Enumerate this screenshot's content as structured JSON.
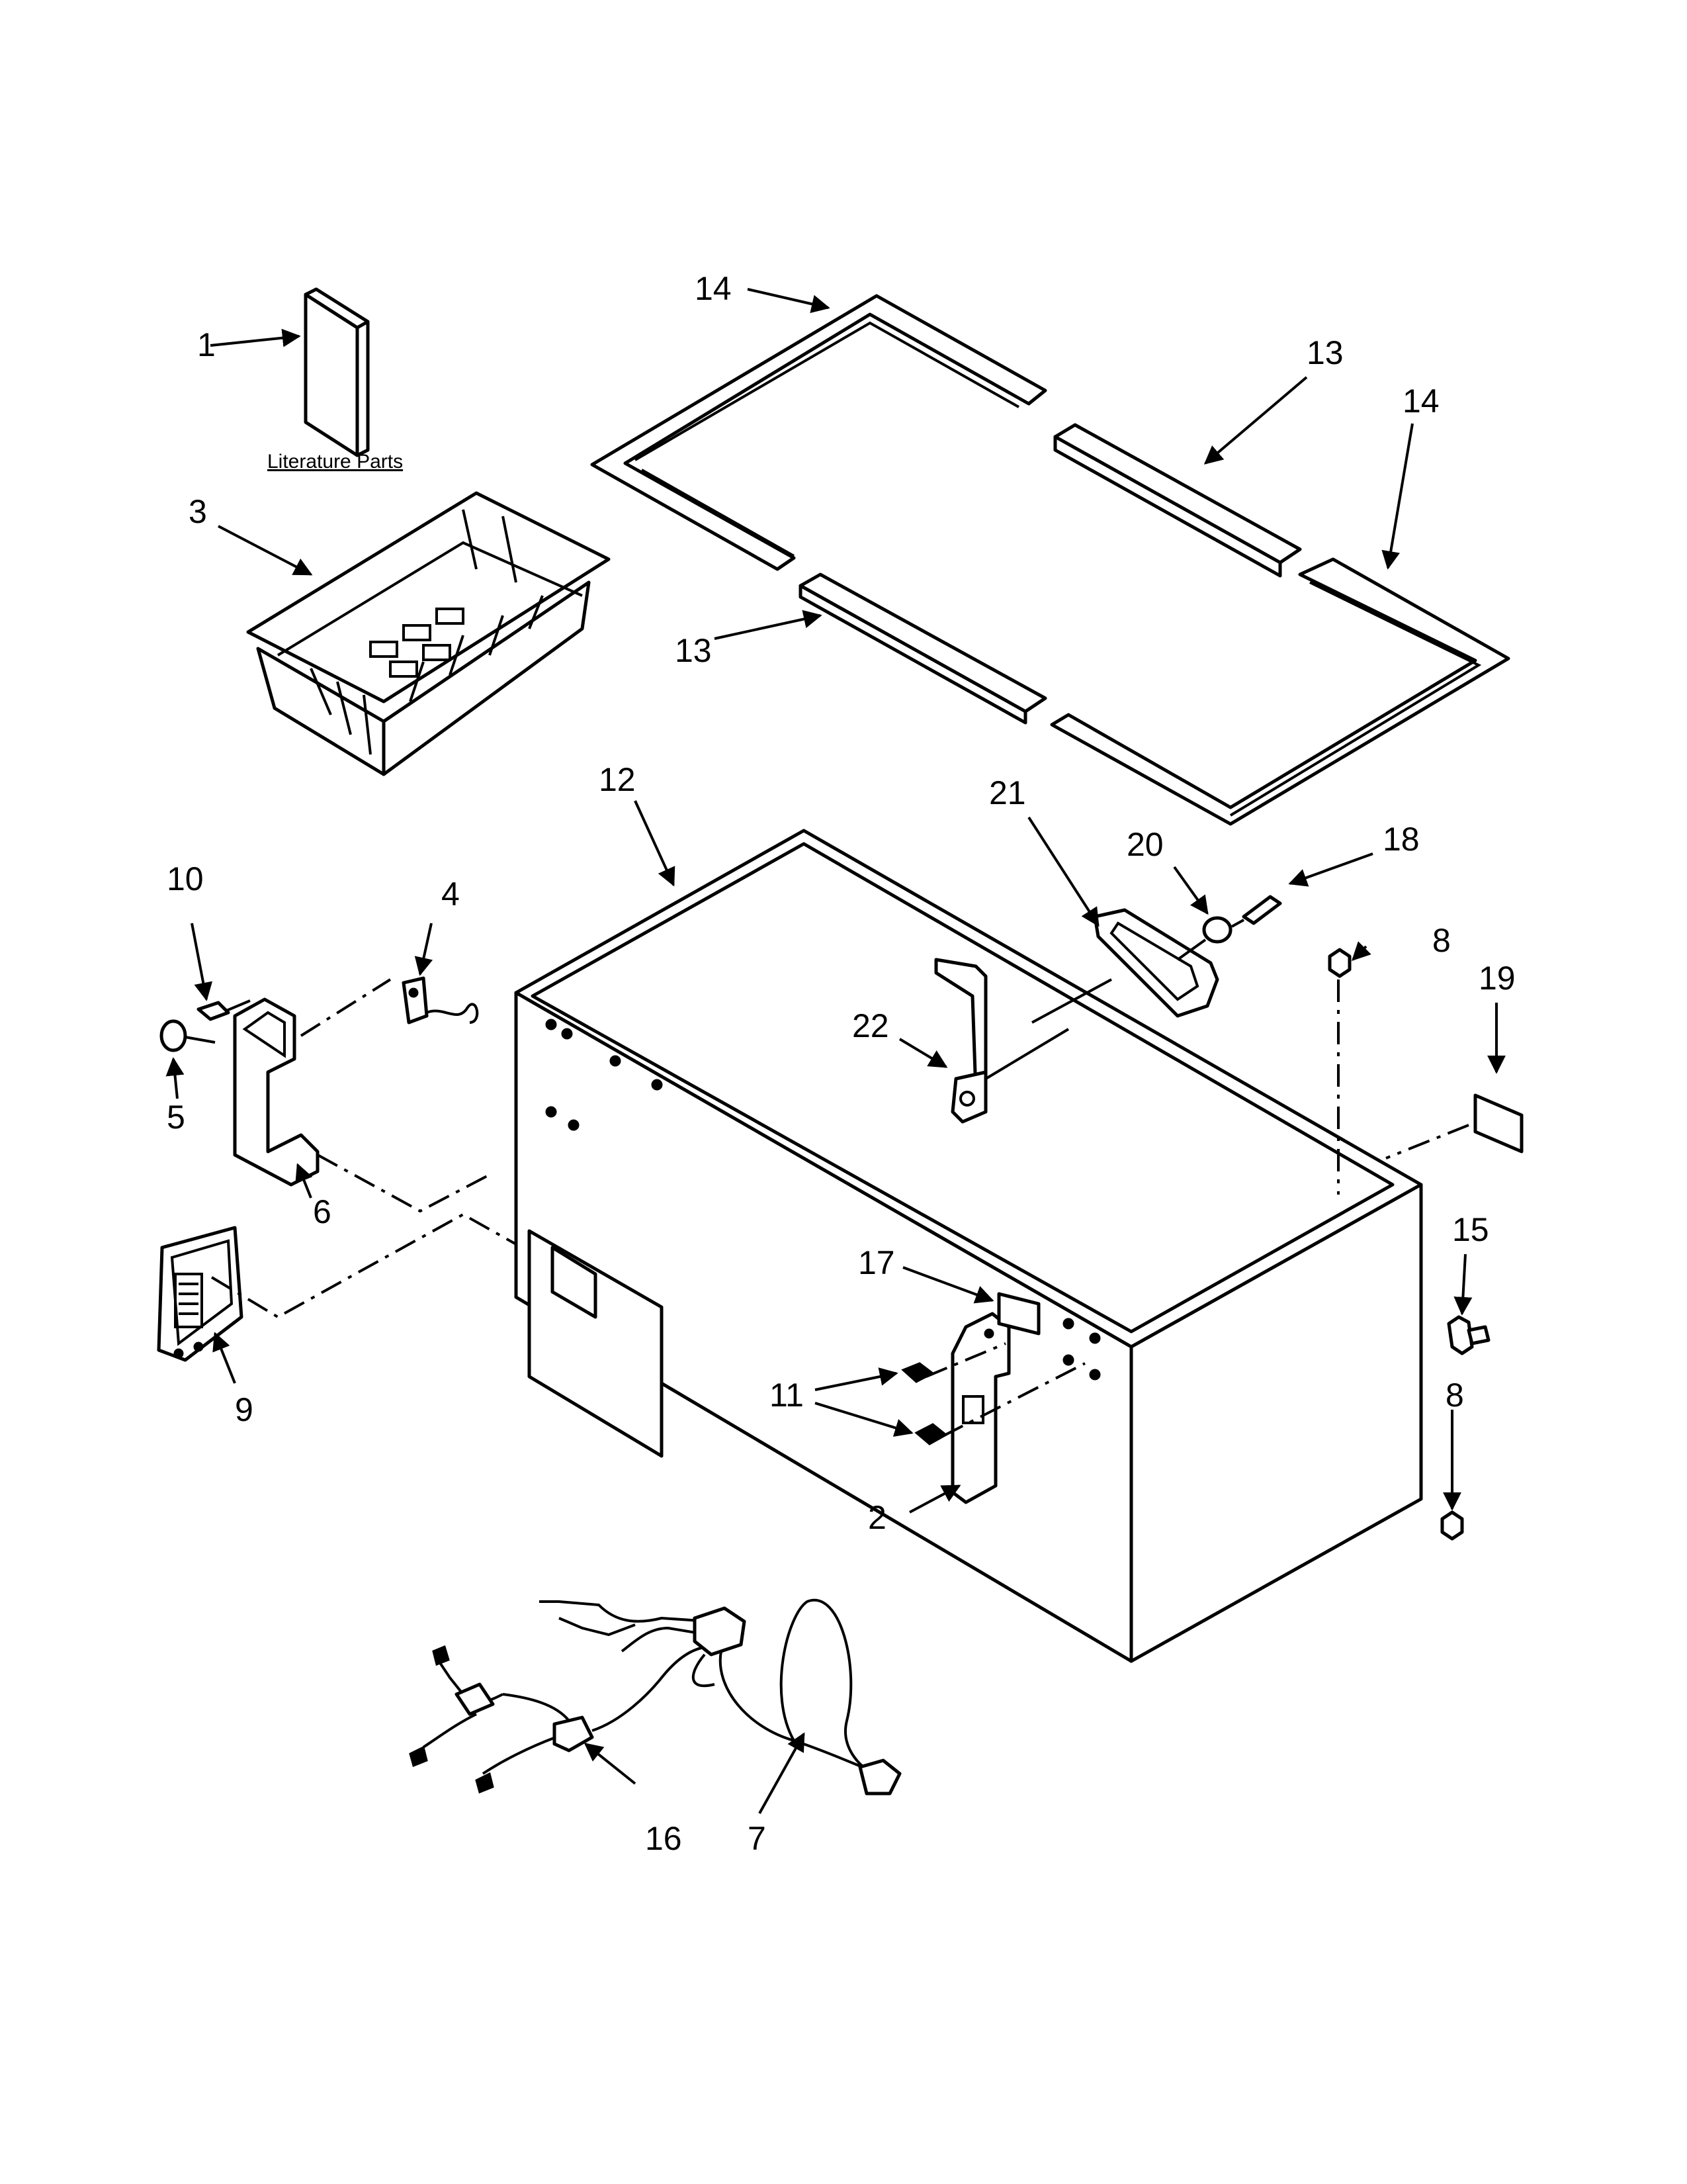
{
  "caption": "Literature Parts",
  "callouts": {
    "c1": "1",
    "c2": "2",
    "c3": "3",
    "c4": "4",
    "c5": "5",
    "c6": "6",
    "c7": "7",
    "c8a": "8",
    "c8b": "8",
    "c9": "9",
    "c10": "10",
    "c11": "11",
    "c12": "12",
    "c13a": "13",
    "c13b": "13",
    "c14a": "14",
    "c14b": "14",
    "c15": "15",
    "c16": "16",
    "c17": "17",
    "c18": "18",
    "c19": "19",
    "c20": "20",
    "c21": "21",
    "c22": "22"
  }
}
